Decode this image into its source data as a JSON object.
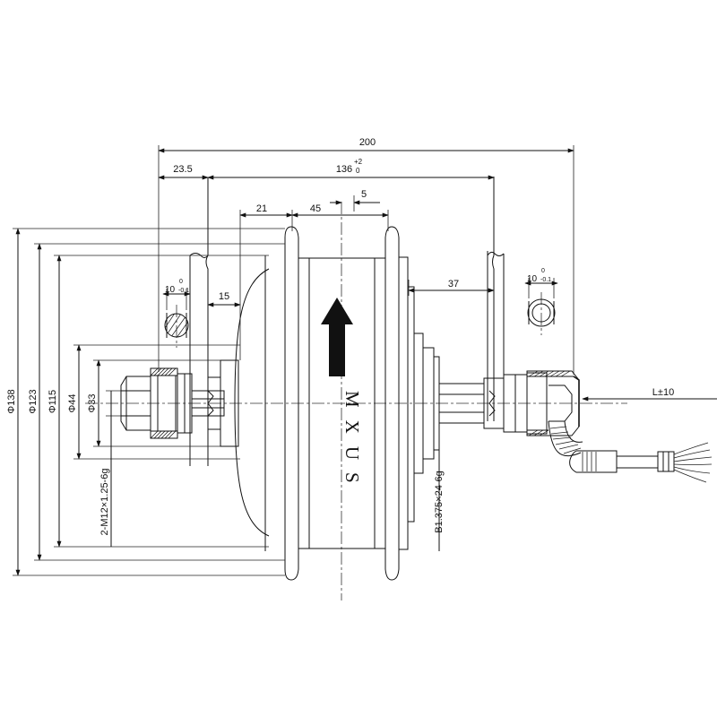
{
  "drawing": {
    "brand": "MXUS",
    "dimensions": {
      "overall_width": "200",
      "axle_offset": "23.5",
      "dropout_spacing": "136",
      "dropout_spacing_tol_upper": "+2",
      "dropout_spacing_tol_lower": "0",
      "center_offset": "5",
      "rim_width": "45",
      "left_hub_step": "21",
      "left_flat_gap": "15",
      "right_step": "37",
      "cable_length": "L±10",
      "flat_left": "10",
      "flat_left_tol_upper": "0",
      "flat_left_tol_lower": "-0.1",
      "flat_right": "10",
      "flat_right_tol_upper": "0",
      "flat_right_tol_lower": "-0.1",
      "dia_138": "Φ138",
      "dia_123": "Φ123",
      "dia_115": "Φ115",
      "dia_44": "Φ44",
      "dia_33": "Φ33"
    },
    "thread_callouts": {
      "left_axle_thread": "2-M12×1.25-6g",
      "freewheel_thread": "B1.375×24-6g"
    }
  }
}
